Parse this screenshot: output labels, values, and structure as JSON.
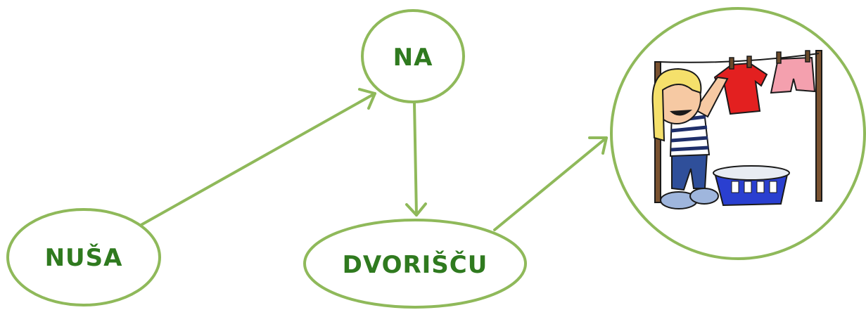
{
  "nodes": {
    "nusa": "NUŠA",
    "na": "NA",
    "dvoriscu": "DVORIŠČU"
  },
  "colors": {
    "stroke": "#8fb95a",
    "text": "#2f7a1f"
  },
  "picture": {
    "icon": "girl-hanging-laundry-icon"
  }
}
